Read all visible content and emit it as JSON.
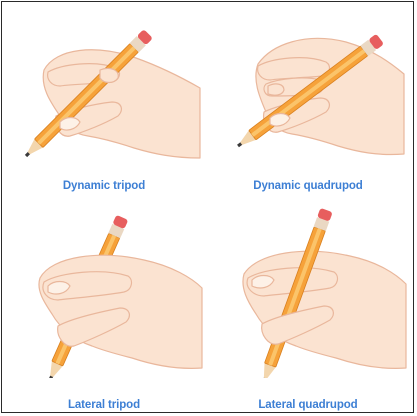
{
  "colors": {
    "caption": "#3d7fd4",
    "skin": "#fbe3d1",
    "skin_shadow": "#eec4ab",
    "skin_line": "#e9b79c",
    "nail": "#fdf1e7",
    "pencil_body": "#f6a23a",
    "pencil_stripe": "#fbc46a",
    "pencil_dark": "#d9801f",
    "ferrule": "#ead8c3",
    "eraser": "#e75e5e",
    "wood": "#f3d6ad",
    "lead": "#3a3a3a"
  },
  "grips": [
    {
      "label": "Dynamic tripod",
      "icon": "dynamic-tripod-grip-illustration"
    },
    {
      "label": "Dynamic quadrupod",
      "icon": "dynamic-quadrupod-grip-illustration"
    },
    {
      "label": "Lateral tripod",
      "icon": "lateral-tripod-grip-illustration"
    },
    {
      "label": "Lateral quadrupod",
      "icon": "lateral-quadrupod-grip-illustration"
    }
  ]
}
